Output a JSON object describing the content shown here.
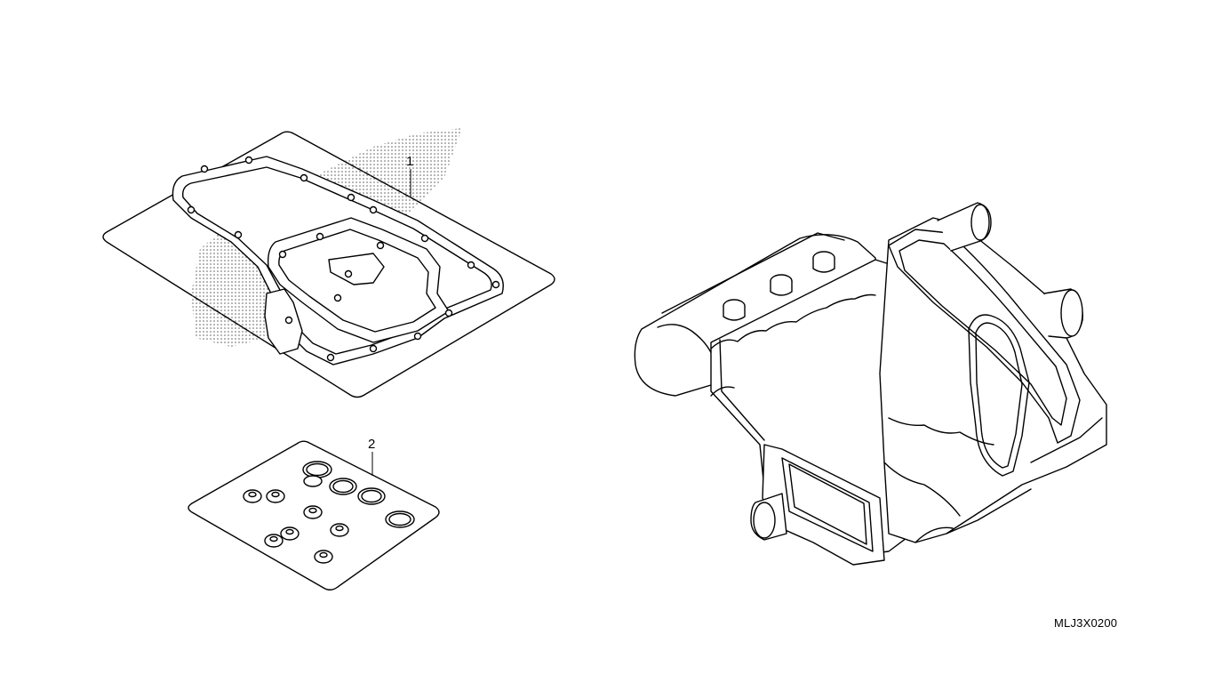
{
  "callouts": [
    {
      "label": "1",
      "part": "gasket-kit-a"
    },
    {
      "label": "2",
      "part": "gasket-kit-b"
    }
  ],
  "diagram_code": "MLJ3X0200",
  "colors": {
    "line": "#000000",
    "background": "#ffffff",
    "stipple": "#555555"
  }
}
